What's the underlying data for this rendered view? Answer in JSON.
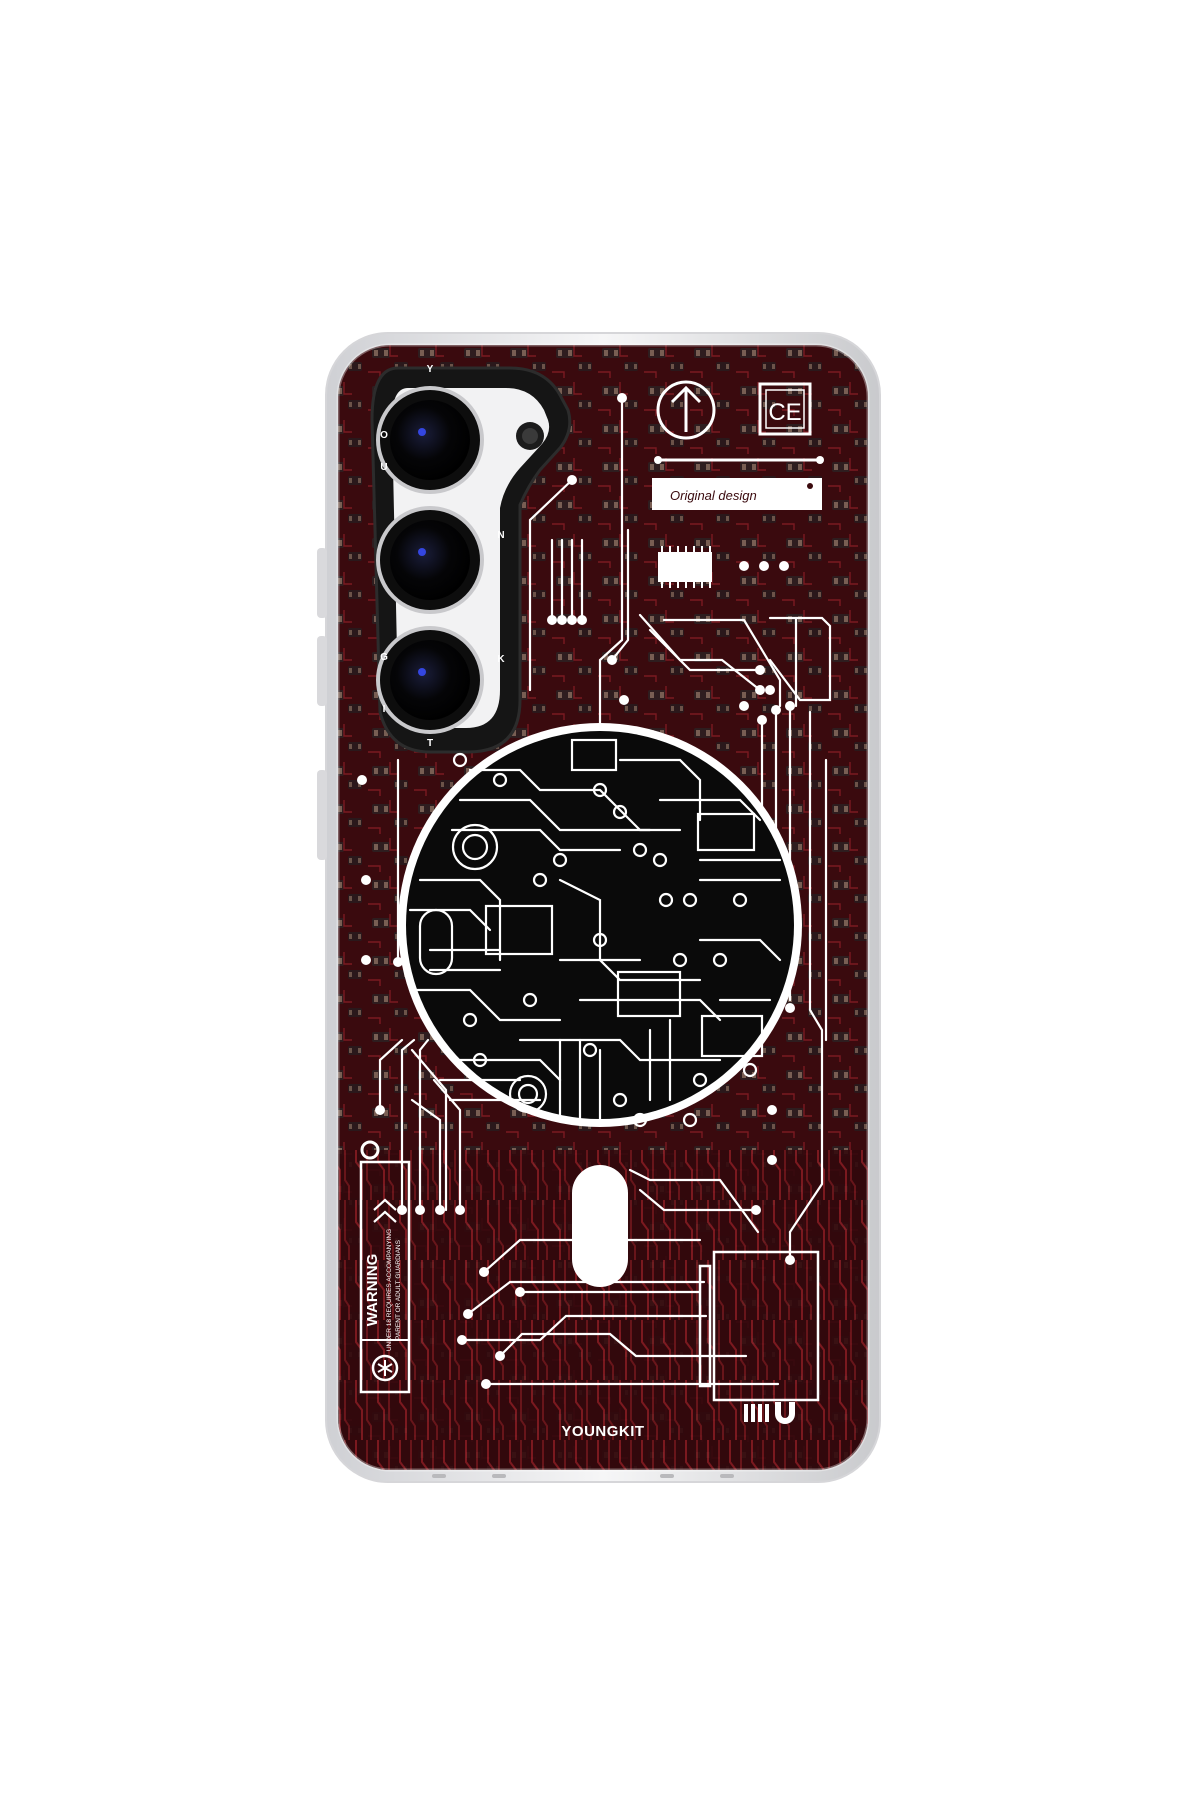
{
  "product": {
    "brand": "YOUNGKIT",
    "tagline": "Original design",
    "warning_title": "WARNING",
    "warning_body_1": "UNDER 18 REQUIRES ACCOMPANYING",
    "warning_body_2": "PARENT OR ADULT GUARDIANS",
    "ring_letters": [
      "Y",
      "O",
      "U",
      "N",
      "G",
      "K",
      "I",
      "T"
    ],
    "cert_mark": "CE",
    "logo_mark": "logo-mark-icon"
  },
  "colors": {
    "background": "#ffffff",
    "board": "#3a0a0e",
    "trace": "#7d1a20",
    "print": "#ffffff",
    "case_rim": "#e8e8ea",
    "camera_ring": "#1a1a1a"
  }
}
